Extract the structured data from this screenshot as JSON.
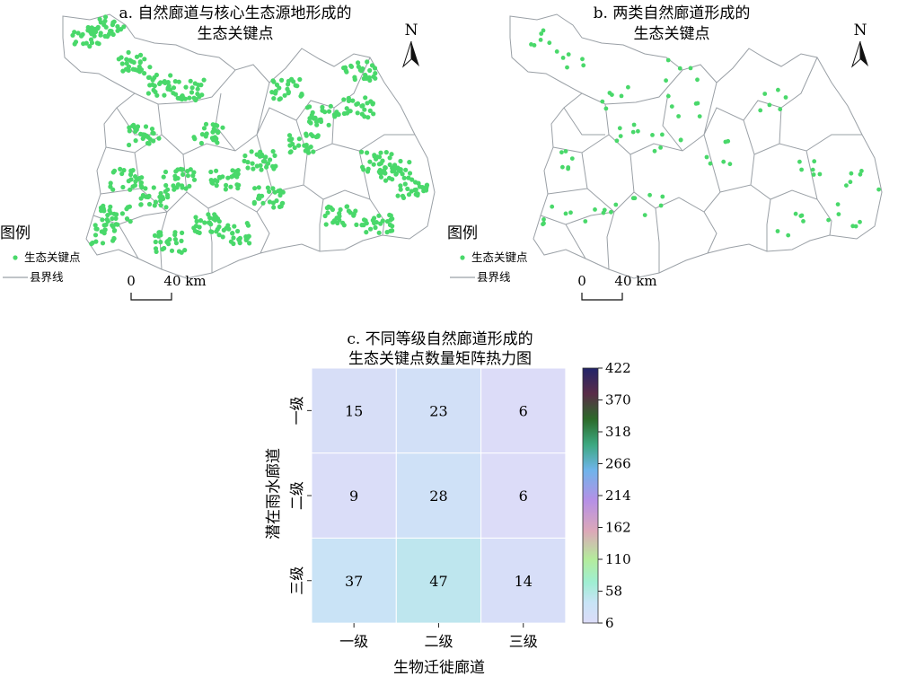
{
  "map_a": {
    "title_line1": "a. 自然廊道与核心生态源地形成的",
    "title_line2": "生态关键点"
  },
  "map_b": {
    "title_line1": "b. 两类自然廊道形成的",
    "title_line2": "生态关键点"
  },
  "north_label": "N",
  "legend": {
    "title": "图例",
    "point_label": "生态关键点",
    "line_label": "县界线"
  },
  "scale": {
    "zero": "0",
    "dist": "40 km"
  },
  "colors": {
    "point": "#49d86a",
    "boundary": "#9aa0a6",
    "grid": "#ffffff"
  },
  "chart_data": {
    "type": "heatmap",
    "title_line1": "c. 不同等级自然廊道形成的",
    "title_line2": "生态关键点数量矩阵热力图",
    "xlabel": "生物迁徙廊道",
    "ylabel": "潜在雨水廊道",
    "x_categories": [
      "一级",
      "二级",
      "三级"
    ],
    "y_categories": [
      "一级",
      "二级",
      "三级"
    ],
    "values": [
      [
        15,
        23,
        6
      ],
      [
        9,
        28,
        6
      ],
      [
        37,
        47,
        14
      ]
    ],
    "colorbar": {
      "min": 6,
      "max": 422,
      "ticks": [
        6,
        58,
        110,
        162,
        214,
        266,
        318,
        370,
        422
      ]
    }
  }
}
